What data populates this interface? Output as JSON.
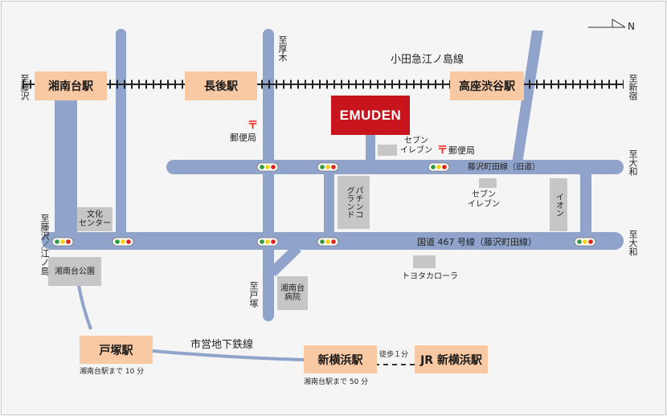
{
  "compass": {
    "label": "N"
  },
  "lines": {
    "odakyu": "小田急江ノ島線",
    "subway": "市営地下鉄線",
    "walk": "徒歩１分"
  },
  "roads": {
    "route467": "国道 467 号線（藤沢町田線）",
    "old_road": "藤沢町田線（旧道）"
  },
  "directions": {
    "fujisawa_top": "至藤沢",
    "shinjuku": "至新宿",
    "atsugi": "至厚木",
    "yamato_top": "至大和",
    "fujisawa_enoshima": "至藤沢／江ノ島",
    "yamato_bottom": "至大和",
    "totsuka": "至戸塚"
  },
  "stations": {
    "shonandai": "湘南台駅",
    "chogo": "長後駅",
    "koza_shibuya": "高座渋谷駅",
    "totsuka": "戸塚駅",
    "shin_yokohama": "新横浜駅",
    "jr_shin_yokohama": "JR 新横浜駅"
  },
  "notes": {
    "from_shonandai_10": "湘南台駅まで 10 分",
    "from_shonandai_50": "湘南台駅まで 50 分"
  },
  "company": {
    "name": "EMUDEN"
  },
  "facilities": {
    "seven_top": "セブン\nイレブン",
    "seven_bottom": "セブン\nイレブン",
    "post_left": "郵便局",
    "post_right": "郵便局",
    "post_symbol": "〒",
    "bunka_center": "文化\nセンター",
    "pachinko": "パチンコ\nグランド",
    "aeon": "イオン",
    "shonandai_park": "湘南台公園",
    "shonandai_hospital": "湘南台\n病院",
    "toyota": "トヨタカローラ"
  },
  "colors": {
    "road": "#8fa3cb",
    "station_box": "#f8c9a3",
    "facility": "#c6c6c6",
    "company_box": "#c8141c",
    "signal_green": "#2e9b3e",
    "signal_yellow": "#f3d314",
    "signal_red": "#e2231a"
  }
}
